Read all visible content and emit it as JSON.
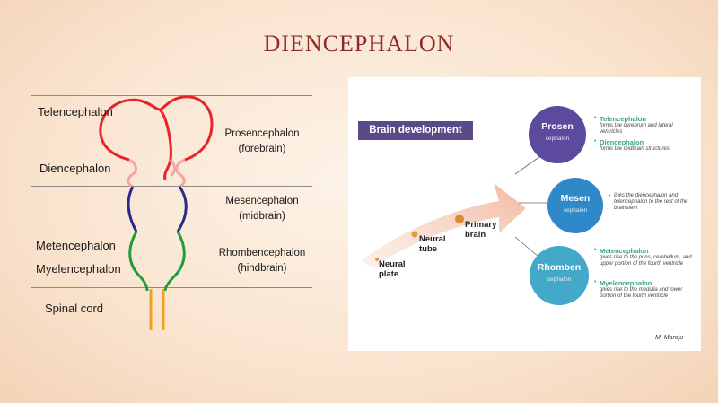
{
  "title": "DIENCEPHALON",
  "left": {
    "telencephalon": "Telencephalon",
    "diencephalon": "Diencephalon",
    "metencephalon": "Metencephalon",
    "myelencephalon": "Myelencephalon",
    "spinal_cord": "Spinal cord",
    "prosencephalon": "Prosencephalon",
    "forebrain": "(forebrain)",
    "mesencephalon": "Mesencephalon",
    "midbrain": "(midbrain)",
    "rhombencephalon": "Rhombencephalon",
    "hindbrain": "(hindbrain)"
  },
  "panel": {
    "heading": "Brain development",
    "stages": {
      "neural_plate_1": "Neural",
      "neural_plate_2": "plate",
      "neural_tube_1": "Neural",
      "neural_tube_2": "tube",
      "primary_brain_1": "Primary",
      "primary_brain_2": "brain"
    },
    "circles": {
      "prosen": "Prosen",
      "prosen_sub": "cephalon",
      "mesen": "Mesen",
      "mesen_sub": "cephalon",
      "rhomben": "Rhomben",
      "rhomben_sub": "cephalon"
    },
    "desc": {
      "tel_h": "Telencephalon",
      "tel_t": "forms the cerebrum and lateral ventricles",
      "die_h": "Diencephalon",
      "die_t": "forms the midbrain structures",
      "mes_t": "links the diencephalon and telencephalon to the rest of the brainstem",
      "met_h": "Metencephalon",
      "met_t": "gives rise to the pons, cerebellum, and upper portion of the fourth ventricle",
      "mye_h": "Myelencephalon",
      "mye_t": "gives rise to the medulla and lower portion of the fourth ventricle"
    },
    "signature": "M. Maroju"
  },
  "colors": {
    "telencephalon": "#e8232a",
    "diencephalon": "#f0a8a0",
    "mesencephalon": "#2a2a8e",
    "rhombencephalon": "#1e9e3a",
    "spinal_cord": "#f0a020",
    "prosen_circle": "#5b4a9e",
    "mesen_circle": "#2f89c8",
    "rhomben_circle": "#44a8c8",
    "title": "#8e2a2a"
  }
}
